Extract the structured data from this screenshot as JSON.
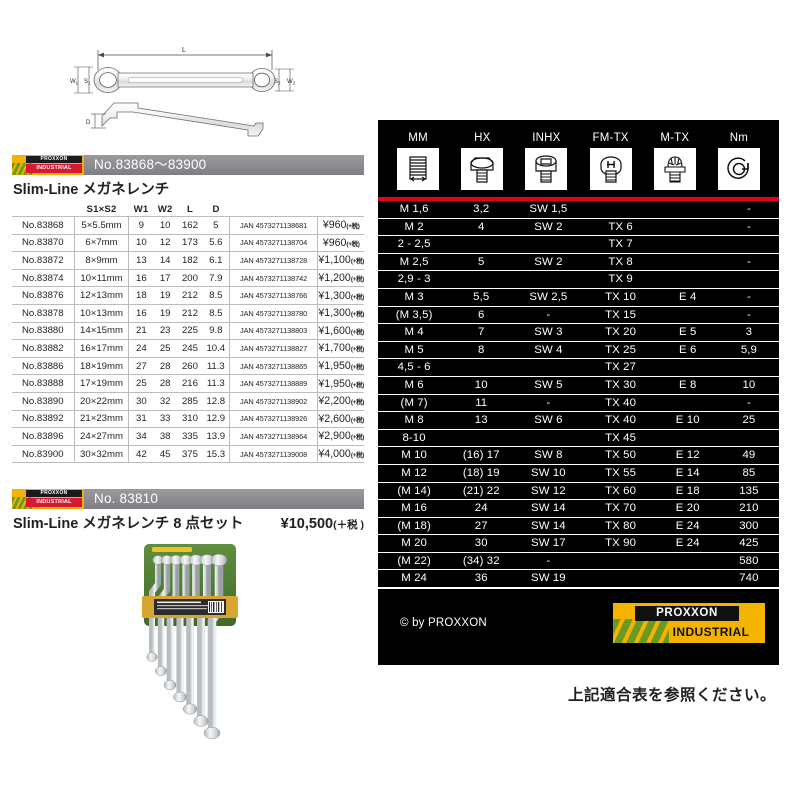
{
  "drawing": {
    "labels": [
      "L",
      "W1",
      "S1",
      "S2",
      "W2",
      "D"
    ]
  },
  "products": [
    {
      "logo": {
        "top": "PROXXON",
        "bottom": "INDUSTRIAL"
      },
      "number": "No.83868〜83900",
      "title": "Slim-Line メガネレンチ",
      "price": ""
    },
    {
      "logo": {
        "top": "PROXXON",
        "bottom": "INDUSTRIAL"
      },
      "number": "No. 83810",
      "title": "Slim-Line メガネレンチ 8 点セット",
      "price": "¥10,500",
      "price_tax": "(＋税 )"
    }
  ],
  "spec_table": {
    "headers": [
      "",
      "S1×S2",
      "W1",
      "W2",
      "L",
      "D",
      "",
      ""
    ],
    "rows": [
      {
        "no": "No.83868",
        "s": "5×5.5mm",
        "w1": "9",
        "w2": "10",
        "l": "162",
        "d": "5",
        "jan": "JAN 4573271138681",
        "price": "¥960",
        "tax": "(+税)"
      },
      {
        "no": "No.83870",
        "s": "6×7mm",
        "w1": "10",
        "w2": "12",
        "l": "173",
        "d": "5.6",
        "jan": "JAN 4573271138704",
        "price": "¥960",
        "tax": "(+税)"
      },
      {
        "no": "No.83872",
        "s": "8×9mm",
        "w1": "13",
        "w2": "14",
        "l": "182",
        "d": "6.1",
        "jan": "JAN 4573271138728",
        "price": "¥1,100",
        "tax": "(+税)"
      },
      {
        "no": "No.83874",
        "s": "10×11mm",
        "w1": "16",
        "w2": "17",
        "l": "200",
        "d": "7.9",
        "jan": "JAN 4573271138742",
        "price": "¥1,200",
        "tax": "(+税)"
      },
      {
        "no": "No.83876",
        "s": "12×13mm",
        "w1": "18",
        "w2": "19",
        "l": "212",
        "d": "8.5",
        "jan": "JAN 4573271138766",
        "price": "¥1,300",
        "tax": "(+税)"
      },
      {
        "no": "No.83878",
        "s": "10×13mm",
        "w1": "16",
        "w2": "19",
        "l": "212",
        "d": "8.5",
        "jan": "JAN 4573271138780",
        "price": "¥1,300",
        "tax": "(+税)"
      },
      {
        "no": "No.83880",
        "s": "14×15mm",
        "w1": "21",
        "w2": "23",
        "l": "225",
        "d": "9.8",
        "jan": "JAN 4573271138803",
        "price": "¥1,600",
        "tax": "(+税)"
      },
      {
        "no": "No.83882",
        "s": "16×17mm",
        "w1": "24",
        "w2": "25",
        "l": "245",
        "d": "10.4",
        "jan": "JAN 4573271138827",
        "price": "¥1,700",
        "tax": "(+税)"
      },
      {
        "no": "No.83886",
        "s": "18×19mm",
        "w1": "27",
        "w2": "28",
        "l": "260",
        "d": "11.3",
        "jan": "JAN 4573271138865",
        "price": "¥1,950",
        "tax": "(+税)"
      },
      {
        "no": "No.83888",
        "s": "17×19mm",
        "w1": "25",
        "w2": "28",
        "l": "216",
        "d": "11.3",
        "jan": "JAN 4573271138889",
        "price": "¥1,950",
        "tax": "(+税)"
      },
      {
        "no": "No.83890",
        "s": "20×22mm",
        "w1": "30",
        "w2": "32",
        "l": "285",
        "d": "12.8",
        "jan": "JAN 4573271138902",
        "price": "¥2,200",
        "tax": "(+税)"
      },
      {
        "no": "No.83892",
        "s": "21×23mm",
        "w1": "31",
        "w2": "33",
        "l": "310",
        "d": "12.9",
        "jan": "JAN 4573271138926",
        "price": "¥2,600",
        "tax": "(+税)"
      },
      {
        "no": "No.83896",
        "s": "24×27mm",
        "w1": "34",
        "w2": "38",
        "l": "335",
        "d": "13.9",
        "jan": "JAN 4573271138964",
        "price": "¥2,900",
        "tax": "(+税)"
      },
      {
        "no": "No.83900",
        "s": "30×32mm",
        "w1": "42",
        "w2": "45",
        "l": "375",
        "d": "15.3",
        "jan": "JAN 4573271139008",
        "price": "¥4,000",
        "tax": "(+税)"
      }
    ]
  },
  "fitment_panel": {
    "icon_columns": [
      {
        "label": "MM",
        "icon": "threaded-stud-icon"
      },
      {
        "label": "HX",
        "icon": "hex-head-screw-icon"
      },
      {
        "label": "INHX",
        "icon": "internal-hex-screw-icon"
      },
      {
        "label": "FM-TX",
        "icon": "flat-torx-screw-icon"
      },
      {
        "label": "M-TX",
        "icon": "male-torx-screw-icon"
      },
      {
        "label": "Nm",
        "icon": "torque-arc-icon"
      }
    ],
    "accent_color": "#e2041b",
    "rows": [
      {
        "mm": "M 1,6",
        "hx": "3,2",
        "inhx": "SW 1,5",
        "fmtx": "",
        "mtx": "",
        "nm": "-"
      },
      {
        "mm": "M 2",
        "hx": "4",
        "inhx": "SW  2",
        "fmtx": "TX   6",
        "mtx": "",
        "nm": "-"
      },
      {
        "mm": "2 - 2,5",
        "hx": "",
        "inhx": "",
        "fmtx": "TX   7",
        "mtx": "",
        "nm": ""
      },
      {
        "mm": "M 2,5",
        "hx": "5",
        "inhx": "SW  2",
        "fmtx": "TX   8",
        "mtx": "",
        "nm": "-"
      },
      {
        "mm": "2,9 -  3",
        "hx": "",
        "inhx": "",
        "fmtx": "TX   9",
        "mtx": "",
        "nm": ""
      },
      {
        "mm": "M 3",
        "hx": "5,5",
        "inhx": "SW 2,5",
        "fmtx": "TX 10",
        "mtx": "E 4",
        "nm": "-"
      },
      {
        "mm": "(M 3,5)",
        "hx": "6",
        "inhx": "-",
        "fmtx": "TX 15",
        "mtx": "",
        "nm": "-"
      },
      {
        "mm": "M 4",
        "hx": "7",
        "inhx": "SW  3",
        "fmtx": "TX 20",
        "mtx": "E 5",
        "nm": "3"
      },
      {
        "mm": "M 5",
        "hx": "8",
        "inhx": "SW  4",
        "fmtx": "TX 25",
        "mtx": "E 6",
        "nm": "5,9"
      },
      {
        "mm": "4,5 -  6",
        "hx": "",
        "inhx": "",
        "fmtx": "TX 27",
        "mtx": "",
        "nm": ""
      },
      {
        "mm": "M 6",
        "hx": "10",
        "inhx": "SW  5",
        "fmtx": "TX 30",
        "mtx": "E 8",
        "nm": "10"
      },
      {
        "mm": "(M 7)",
        "hx": "11",
        "inhx": "-",
        "fmtx": "TX 40",
        "mtx": "",
        "nm": "-"
      },
      {
        "mm": "M 8",
        "hx": "13",
        "inhx": "SW  6",
        "fmtx": "TX 40",
        "mtx": "E 10",
        "nm": "25"
      },
      {
        "mm": "8-10",
        "hx": "",
        "inhx": "",
        "fmtx": "TX 45",
        "mtx": "",
        "nm": ""
      },
      {
        "mm": "M 10",
        "hx": "(16) 17",
        "inhx": "SW  8",
        "fmtx": "TX 50",
        "mtx": "E 12",
        "nm": "49"
      },
      {
        "mm": "M 12",
        "hx": "(18) 19",
        "inhx": "SW 10",
        "fmtx": "TX 55",
        "mtx": "E 14",
        "nm": "85"
      },
      {
        "mm": "(M 14)",
        "hx": "(21) 22",
        "inhx": "SW 12",
        "fmtx": "TX 60",
        "mtx": "E 18",
        "nm": "135"
      },
      {
        "mm": "M 16",
        "hx": "24",
        "inhx": "SW 14",
        "fmtx": "TX 70",
        "mtx": "E 20",
        "nm": "210"
      },
      {
        "mm": "(M 18)",
        "hx": "27",
        "inhx": "SW 14",
        "fmtx": "TX 80",
        "mtx": "E 24",
        "nm": "300"
      },
      {
        "mm": "M 20",
        "hx": "30",
        "inhx": "SW 17",
        "fmtx": "TX 90",
        "mtx": "E 24",
        "nm": "425"
      },
      {
        "mm": "(M 22)",
        "hx": "(34) 32",
        "inhx": "-",
        "fmtx": "",
        "mtx": "",
        "nm": "580"
      },
      {
        "mm": "M 24",
        "hx": "36",
        "inhx": "SW 19",
        "fmtx": "",
        "mtx": "",
        "nm": "740"
      }
    ],
    "copyright": "© by PROXXON",
    "logo": {
      "top": "PROXXON",
      "bottom": "INDUSTRIAL"
    }
  },
  "footer_note": "上記適合表を参照ください。"
}
